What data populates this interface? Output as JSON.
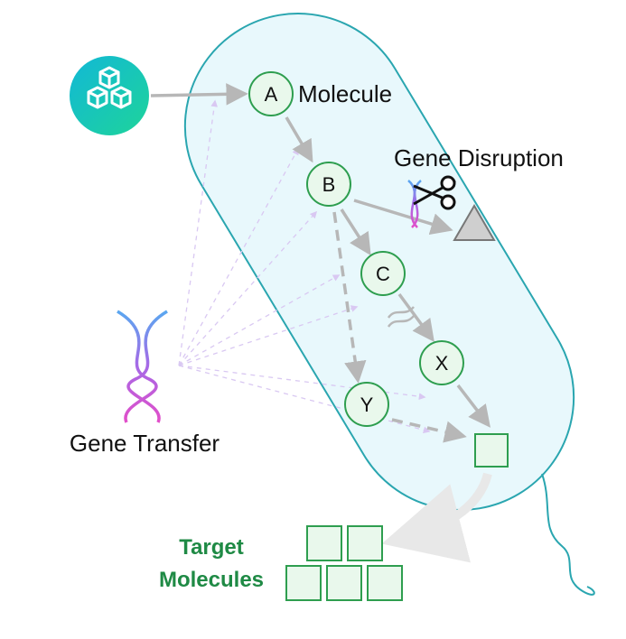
{
  "nodes": {
    "a": "A",
    "b": "B",
    "c": "C",
    "x": "X",
    "y": "Y"
  },
  "labels": {
    "molecule": "Molecule",
    "gene_disruption": "Gene Disruption",
    "gene_transfer": "Gene Transfer",
    "target_line1": "Target",
    "target_line2": "Molecules"
  },
  "colors": {
    "cell_fill": "#e8f8fc",
    "cell_stroke": "#2aa6b0",
    "node_fill": "#e9f8ec",
    "node_stroke": "#2e9e4f",
    "arrow_gray": "#b7b7b7",
    "transfer_lines": "#d9c8f2",
    "target_green": "#1f8a45",
    "icon_gradient_start": "#12b8d6",
    "icon_gradient_end": "#1ed49a"
  },
  "icons": {
    "molecule_source": "cubes-icon",
    "dna_transfer": "dna-helix-icon",
    "scissors": "scissors-icon",
    "blocked_product": "triangle-icon",
    "pathway_break": "break-icon",
    "product": "square-icon"
  }
}
